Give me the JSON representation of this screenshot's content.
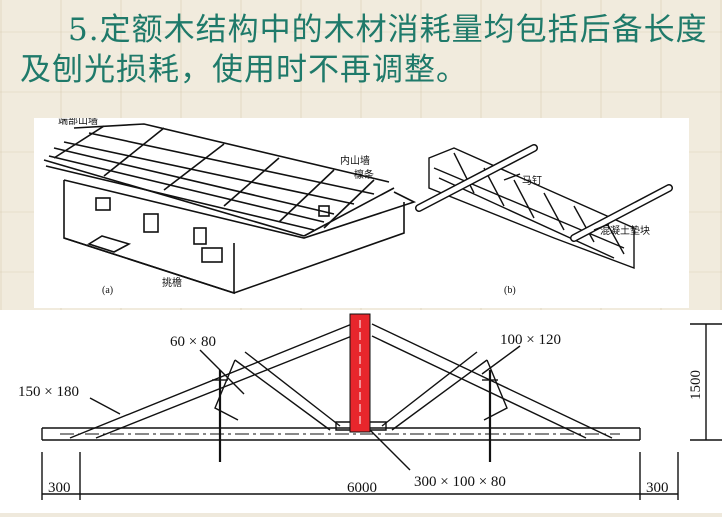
{
  "slide": {
    "title": "5.定额木结构中的木材消耗量均包括后备长度及刨光损耗，使用时不再调整。"
  },
  "figure_top": {
    "labels": {
      "end_gable_wall": "端部山墙",
      "inner_gable_wall": "内山墙",
      "purlin": "檩条",
      "eave": "挑檐",
      "dog_nail": "马钉",
      "concrete_pad": "混凝土垫块",
      "panel_a": "(a)",
      "panel_b": "(b)"
    }
  },
  "figure_bottom": {
    "dimensions": {
      "top_chord_left": "60 × 80",
      "top_chord_right": "100 × 120",
      "bottom_chord": "150 × 180",
      "tie": "300 × 100 × 80",
      "height": "1500",
      "span": "6000",
      "overhang_left": "300",
      "overhang_right": "300"
    },
    "colors": {
      "king_post": "#e8262c"
    }
  }
}
